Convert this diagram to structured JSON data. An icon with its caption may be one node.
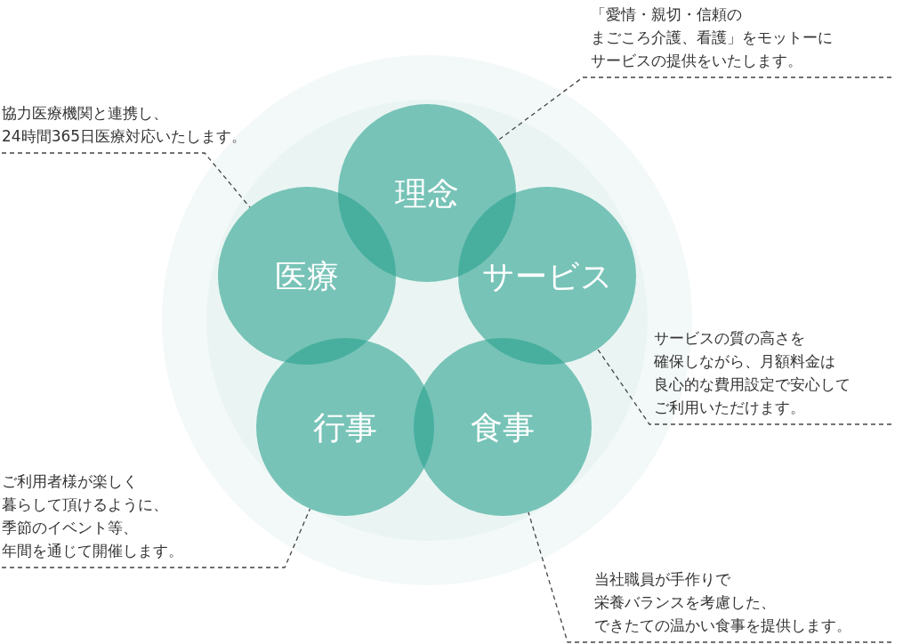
{
  "diagram": {
    "nodes": [
      {
        "text": [
          "理念"
        ]
      },
      {
        "text": [
          "医療"
        ]
      },
      {
        "text": [
          "サービス"
        ]
      },
      {
        "text": [
          "行事"
        ]
      },
      {
        "text": [
          "食事"
        ]
      },
      {
        "text": [
          "「愛情・親切・信頼のまごころ介護、看護」をモットーにサービスの提供をいたします。"
        ]
      },
      {
        "text": [
          "協力医療機関と連携し、24時間365日医療対応いたします。"
        ]
      },
      {
        "text": [
          "サービスの質の高さを確保しながら、月額料金は良心的な費用設定で安心してご利用いただけます。"
        ]
      },
      {
        "text": [
          "ご利用者様が楽しく暮らして頂けるように、季節のイベント等、年間を通じて開催します。"
        ]
      },
      {
        "text": [
          "当社職員が手作りで栄養バランスを考慮した、できたての温かい食事を提供します。"
        ]
      }
    ],
    "edges": [
      {
        "from": 5,
        "to": 0,
        "arrow": "none",
        "style": "dashed"
      },
      {
        "from": 6,
        "to": 1,
        "arrow": "none",
        "style": "dashed"
      },
      {
        "from": 7,
        "to": 2,
        "arrow": "none",
        "style": "dashed"
      },
      {
        "from": 8,
        "to": 3,
        "arrow": "none",
        "style": "dashed"
      },
      {
        "from": 9,
        "to": 4,
        "arrow": "none",
        "style": "dashed"
      }
    ]
  }
}
